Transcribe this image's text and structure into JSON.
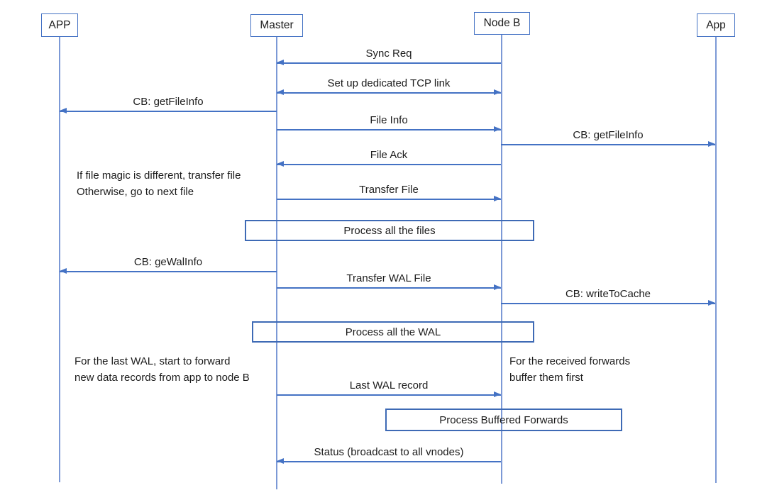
{
  "diagram": {
    "actors": [
      {
        "label": "APP"
      },
      {
        "label": "Master"
      },
      {
        "label": "Node B"
      },
      {
        "label": "App"
      }
    ],
    "messages": {
      "sync_req": "Sync Req",
      "tcp_link": "Set up dedicated TCP link",
      "cb_getfileinfo_left": "CB: getFileInfo",
      "file_info": "File Info",
      "cb_getfileinfo_right": "CB: getFileInfo",
      "file_ack": "File Ack",
      "transfer_file": "Transfer File",
      "cb_gewalinfo": "CB: geWalInfo",
      "transfer_wal": "Transfer WAL File",
      "cb_writetocache": "CB: writeToCache",
      "last_wal": "Last WAL record",
      "status": "Status (broadcast to all vnodes)"
    },
    "process_boxes": {
      "files": "Process all the files",
      "wal": "Process all the WAL",
      "forwards": "Process Buffered Forwards"
    },
    "notes": {
      "file_magic_1": "If file magic is different, transfer file",
      "file_magic_2": "Otherwise, go to next file",
      "last_wal_1": "For the last WAL, start to forward",
      "last_wal_2": "new data records from app to node B",
      "received_1": "For the received forwards",
      "received_2": "buffer them first"
    },
    "colors": {
      "line": "#4472C4",
      "lifeline": "#7C99D6",
      "process_border": "#3E6AB5",
      "actor_border": "#4472C4",
      "text": "#1c1c1c"
    }
  }
}
